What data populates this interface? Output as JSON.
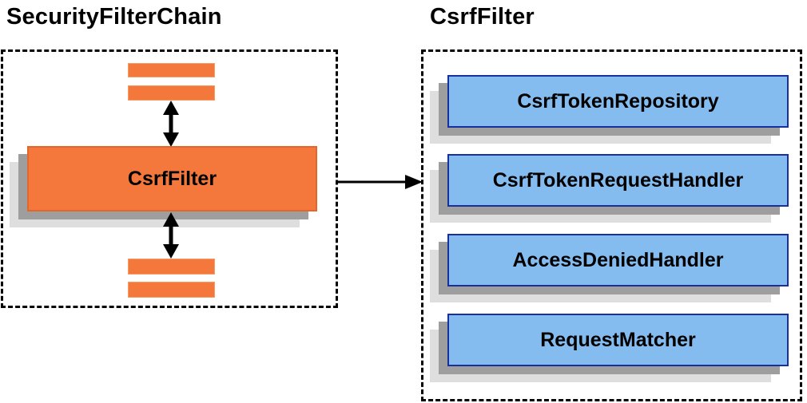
{
  "diagram": {
    "left_panel": {
      "title": "SecurityFilterChain",
      "csrf_filter_label": "CsrfFilter"
    },
    "right_panel": {
      "title": "CsrfFilter",
      "components": [
        "CsrfTokenRepository",
        "CsrfTokenRequestHandler",
        "AccessDeniedHandler",
        "RequestMatcher"
      ]
    },
    "colors": {
      "orange_fill": "#f4783c",
      "orange_border": "#e2672f",
      "bar_edge": "#f79b66",
      "blue_fill": "#85bcf0",
      "blue_border": "#1a2f9e",
      "shadow_dark": "#9e9e9e",
      "shadow_light": "#dedede",
      "outline": "#000000",
      "text": "#000000"
    }
  }
}
